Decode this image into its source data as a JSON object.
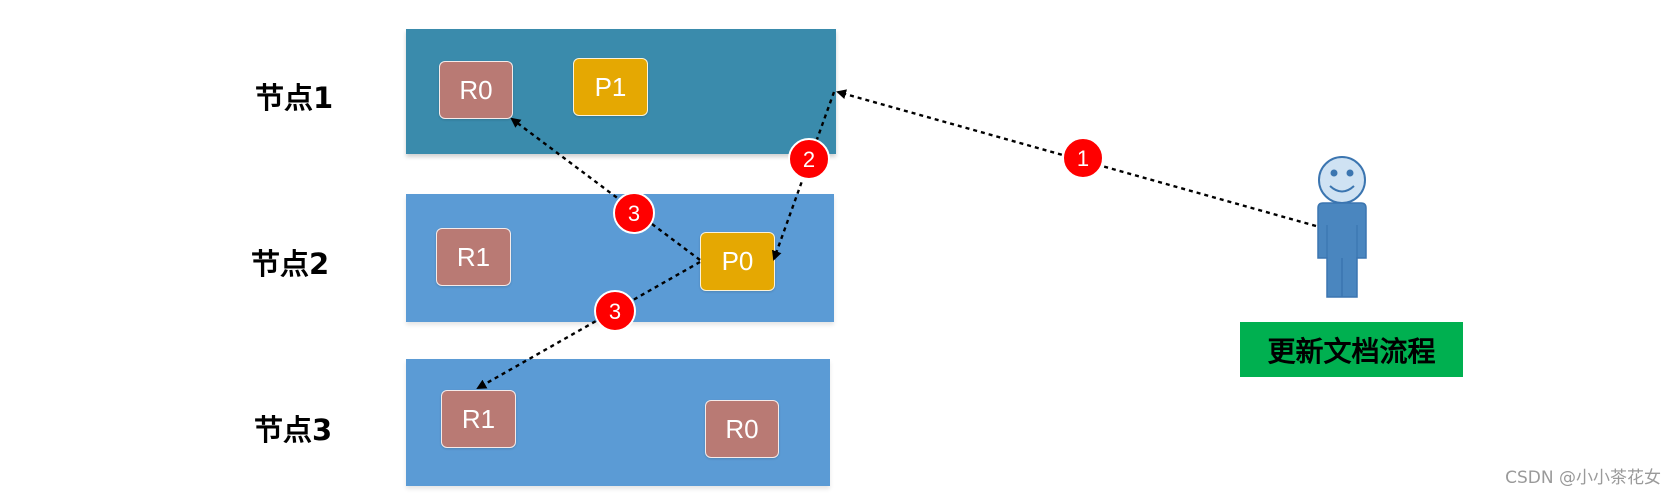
{
  "nodes": [
    {
      "label": "节点1",
      "shards": [
        "R0",
        "P1"
      ]
    },
    {
      "label": "节点2",
      "shards": [
        "R1",
        "P0"
      ]
    },
    {
      "label": "节点3",
      "shards": [
        "R1",
        "R0"
      ]
    }
  ],
  "steps": {
    "step1": "1",
    "step2": "2",
    "step3a": "3",
    "step3b": "3"
  },
  "flow_title": "更新文档流程",
  "watermark": "CSDN @小小茶花女",
  "colors": {
    "node1": "#3A8BAC",
    "node2": "#5B9BD5",
    "node3": "#5B9BD5",
    "replica": "#B97A74",
    "primary": "#E5A802",
    "step_badge": "#FF0000",
    "flow_title_bg": "#00B050",
    "user_figure": "#4A86BF"
  },
  "icons": {
    "user": "user-figure-icon"
  }
}
